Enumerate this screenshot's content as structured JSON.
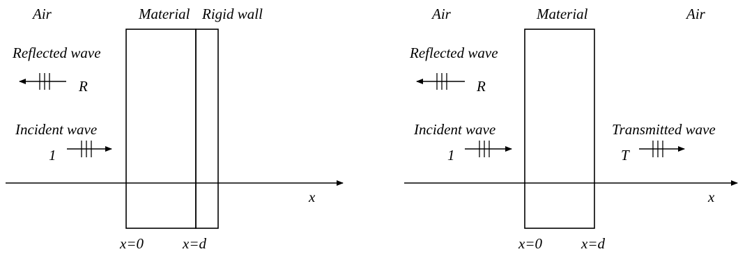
{
  "colors": {
    "ink": "#000000",
    "background": "#ffffff"
  },
  "left": {
    "region_left": "Air",
    "region_material": "Material",
    "region_right": "Rigid wall",
    "reflected_label": "Reflected wave",
    "reflected_amp": "R",
    "incident_label": "Incident wave",
    "incident_amp": "1",
    "axis_label": "x",
    "x0_label": "x=0",
    "xd_label": "x=d"
  },
  "right": {
    "region_left": "Air",
    "region_material": "Material",
    "region_right": "Air",
    "reflected_label": "Reflected wave",
    "reflected_amp": "R",
    "incident_label": "Incident wave",
    "incident_amp": "1",
    "transmitted_label": "Transmitted wave",
    "transmitted_amp": "T",
    "axis_label": "x",
    "x0_label": "x=0",
    "xd_label": "x=d"
  }
}
